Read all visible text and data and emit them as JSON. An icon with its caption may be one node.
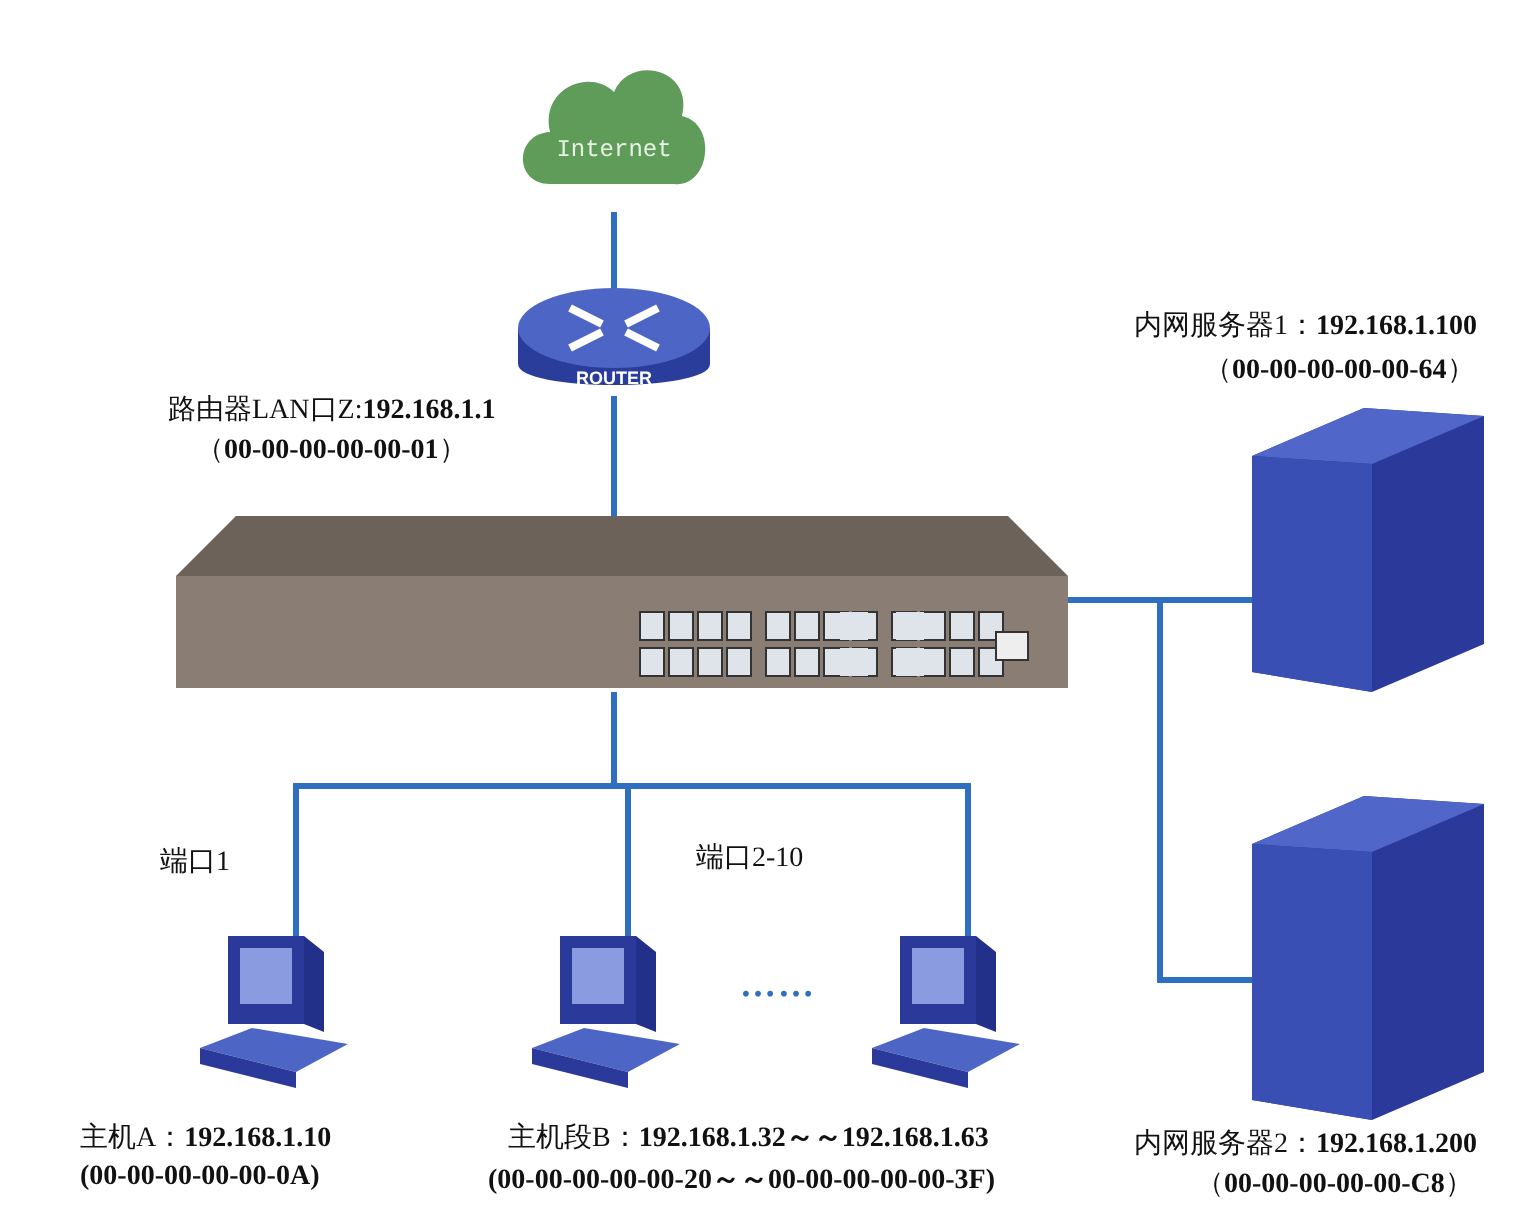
{
  "diagram": {
    "nodes": [
      {
        "text": [
          "Internet"
        ]
      },
      {
        "text": [
          "ROUTER"
        ],
        "beside": [
          "路由器LAN口Z:**192.168.1.1**",
          "（**00-00-00-00-00-01**）"
        ]
      },
      {
        "text": [],
        "shape": "picture"
      },
      {
        "text": [],
        "shape": "picture",
        "beside": [
          "内网服务器1：**192.168.1.100**",
          "（**00-00-00-00-00-64**）"
        ]
      },
      {
        "text": [],
        "shape": "picture",
        "beside": [
          "内网服务器2：**192.168.1.200**",
          "（**00-00-00-00-00-C8**）"
        ]
      },
      {
        "text": [],
        "shape": "picture",
        "beside": [
          "主机A：**192.168.1.10**",
          "**(00-00-00-00-00-0A)**"
        ]
      },
      {
        "text": [],
        "shape": "picture",
        "beside": [
          "主机段B：**192.168.1.32～～192.168.1.63**",
          "**(00-00-00-00-00-20～～00-00-00-00-00-3F)**"
        ]
      },
      {
        "text": [],
        "shape": "picture"
      }
    ],
    "edges": [
      {
        "from": 0,
        "to": 1,
        "arrow": "none"
      },
      {
        "from": 1,
        "to": 2,
        "arrow": "none"
      },
      {
        "from": 2,
        "to": 3,
        "arrow": "none"
      },
      {
        "from": 2,
        "to": 4,
        "arrow": "none"
      },
      {
        "from": 2,
        "to": 5,
        "arrow": "none"
      },
      {
        "from": 2,
        "to": 6,
        "arrow": "none"
      },
      {
        "from": 2,
        "to": 7,
        "arrow": "none"
      }
    ],
    "labels": [
      "端口1",
      "端口2-10",
      "……"
    ]
  }
}
